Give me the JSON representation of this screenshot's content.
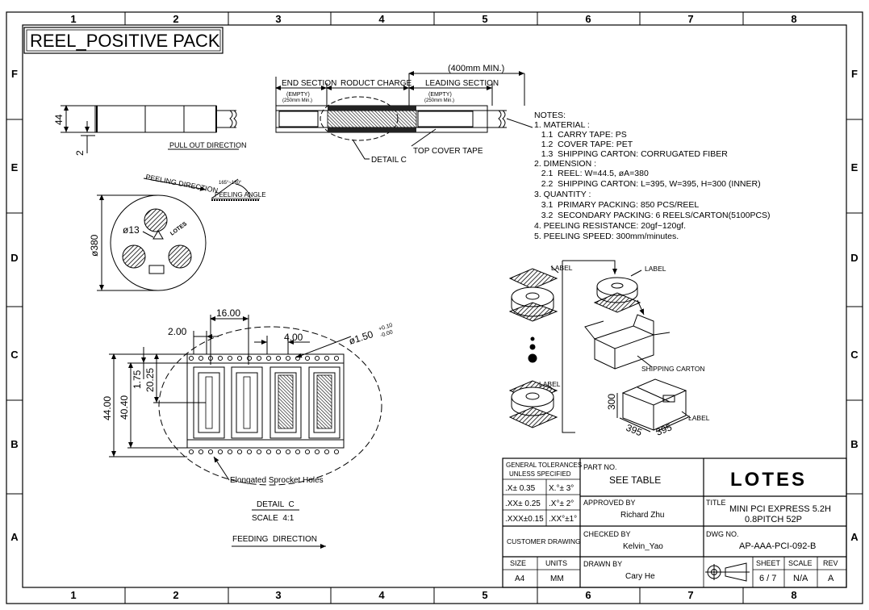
{
  "frame": {
    "columns": [
      "1",
      "2",
      "3",
      "4",
      "5",
      "6",
      "7",
      "8"
    ],
    "rows": [
      "F",
      "E",
      "D",
      "C",
      "B",
      "A"
    ]
  },
  "header": {
    "title": "REEL_POSITIVE PACK"
  },
  "tape_view": {
    "length_label": "(400mm MIN.)",
    "sections": [
      "END SECTION",
      "RODUCT CHARGE",
      "LEADING SECTION"
    ],
    "empty_label_1": "(EMPTY)",
    "empty_sub_1": "(250mm Min.)",
    "empty_label_2": "(EMPTY)",
    "empty_sub_2": "(250mm Min.)",
    "top_cover_tape": "TOP COVER TAPE",
    "detail_c": "DETAIL C"
  },
  "side_view": {
    "dim_height": "44",
    "dim_thickness": "2",
    "pull_out": "PULL OUT DIRECTION"
  },
  "reel_view": {
    "peeling_direction": "PEELING DIRECTION",
    "peeling_angle": "PEELING ANGLE",
    "angle_range": "165°~180°",
    "hub_dia": "ø13",
    "reel_dia": "ø380",
    "brand": "LOTES"
  },
  "notes": {
    "heading": "NOTES:",
    "lines": [
      "1. MATERIAL :",
      "   1.1  CARRY TAPE: PS",
      "   1.2  COVER TAPE: PET",
      "   1.3  SHIPPING CARTON: CORRUGATED FIBER",
      "2. DIMENSION :",
      "   2.1  REEL: W=44.5, øA=380",
      "   2.2  SHIPPING CARTON: L=395, W=395, H=300 (INNER)",
      "3. QUANTITY :",
      "   3.1  PRIMARY PACKING: 850 PCS/REEL",
      "   3.2  SECONDARY PACKING: 6 REELS/CARTON(5100PCS)",
      "4. PEELING RESISTANCE: 20gf~120gf.",
      "5. PEELING SPEED: 300mm/minutes."
    ]
  },
  "packing": {
    "label_a": "LABEL",
    "label_b": "LABEL",
    "label_c": "LABEL",
    "label_d": "LABEL",
    "carton": "SHIPPING CARTON",
    "dim_h": "300",
    "dim_l": "395",
    "dim_w": "395"
  },
  "detail": {
    "dim_16": "16.00",
    "dim_2": "2.00",
    "dim_4": "4.00",
    "dim_hole": "ø1.50",
    "tol_plus": "+0.10",
    "tol_minus": "-0.00",
    "dim_44": "44.00",
    "dim_40": "40.40",
    "dim_175": "1.75",
    "dim_2025": "20.25",
    "sprocket": "Elongated Sprocket Holes",
    "title": "DETAIL  C",
    "scale": "SCALE  4:1",
    "feeding": "FEEDING  DIRECTION"
  },
  "title_block": {
    "tol_h1": "GENERAL TOLERANCES",
    "tol_h2": "UNLESS SPECIFIED",
    "tol_x": ".X± 0.35",
    "tol_xa": "X.°± 3°",
    "tol_xx": ".XX± 0.25",
    "tol_xxa": ".X°± 2°",
    "tol_xxx": ".XXX±0.15",
    "tol_xxxa": ".XX°±1°",
    "part_no_label": "PART NO.",
    "part_no": "SEE TABLE",
    "logo": "LOTES",
    "approved_label": "APPROVED BY",
    "approved": "Richard Zhu",
    "title_label": "TITLE",
    "title_1": "MINI PCI EXPRESS 5.2H",
    "title_2": "0.8PITCH 52P",
    "customer_drawing": "CUSTOMER DRAWING",
    "checked_label": "CHECKED BY",
    "checked": "Kelvin_Yao",
    "dwg_label": "DWG NO.",
    "dwg_no": "AP-AAA-PCI-092-B",
    "size_label": "SIZE",
    "size": "A4",
    "units_label": "UNITS",
    "units": "MM",
    "drawn_label": "DRAWN BY",
    "drawn": "Cary He",
    "sheet_label": "SHEET",
    "sheet": "6 / 7",
    "scale_label": "SCALE",
    "scale": "N/A",
    "rev_label": "REV",
    "rev": "A"
  }
}
